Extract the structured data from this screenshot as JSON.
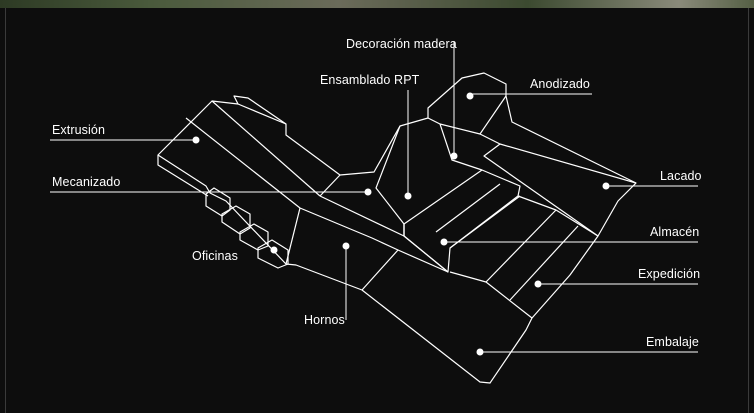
{
  "diagram": {
    "colors": {
      "background": "#0d0d0d",
      "line": "#ffffff",
      "text": "#ffffff"
    },
    "labels": {
      "decoracion": "Decoración madera",
      "ensamblado": "Ensamblado RPT",
      "anodizado": "Anodizado",
      "extrusion": "Extrusión",
      "mecanizado": "Mecanizado",
      "lacado": "Lacado",
      "almacen": "Almacén",
      "oficinas": "Oficinas",
      "expedicion": "Expedición",
      "hornos": "Hornos",
      "embalaje": "Embalaje"
    }
  }
}
